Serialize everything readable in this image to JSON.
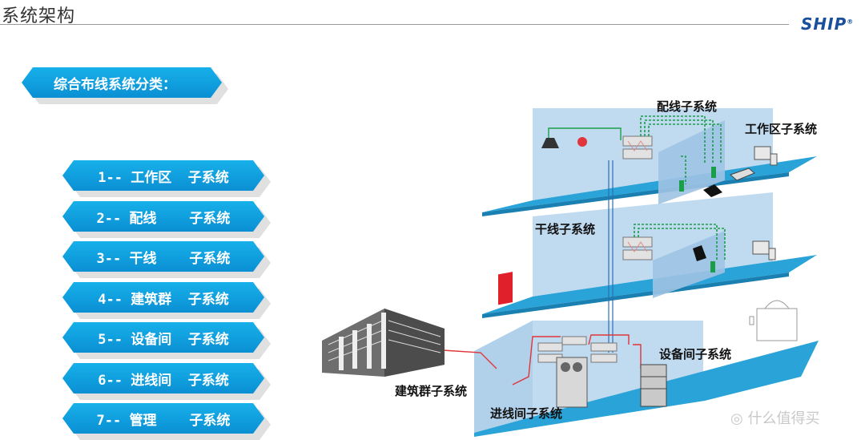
{
  "header": {
    "title": "系统架构",
    "logo": "SHIP",
    "logo_mark": "®"
  },
  "left_panel": {
    "heading": "综合布线系统分类：",
    "items": [
      {
        "label": "1-- 工作区  子系统"
      },
      {
        "label": "2-- 配线    子系统"
      },
      {
        "label": "3-- 干线    子系统"
      },
      {
        "label": "4-- 建筑群  子系统"
      },
      {
        "label": "5-- 设备间  子系统"
      },
      {
        "label": "6-- 进线间  子系统"
      },
      {
        "label": "7-- 管理    子系统"
      }
    ]
  },
  "diagram_labels": {
    "horizontal": "配线子系统",
    "work_area": "工作区子系统",
    "backbone": "干线子系统",
    "equipment_room": "设备间子系统",
    "campus": "建筑群子系统",
    "entrance": "进线间子系统"
  },
  "colors": {
    "accent": "#0a9be0",
    "floor": "#29a3d8",
    "wall": "#b9d6ee",
    "green_cable": "#1b9e4a",
    "red_cable": "#e0353a"
  },
  "watermark": {
    "icon": "chat-bubble-icon",
    "text": "什么值得买"
  }
}
